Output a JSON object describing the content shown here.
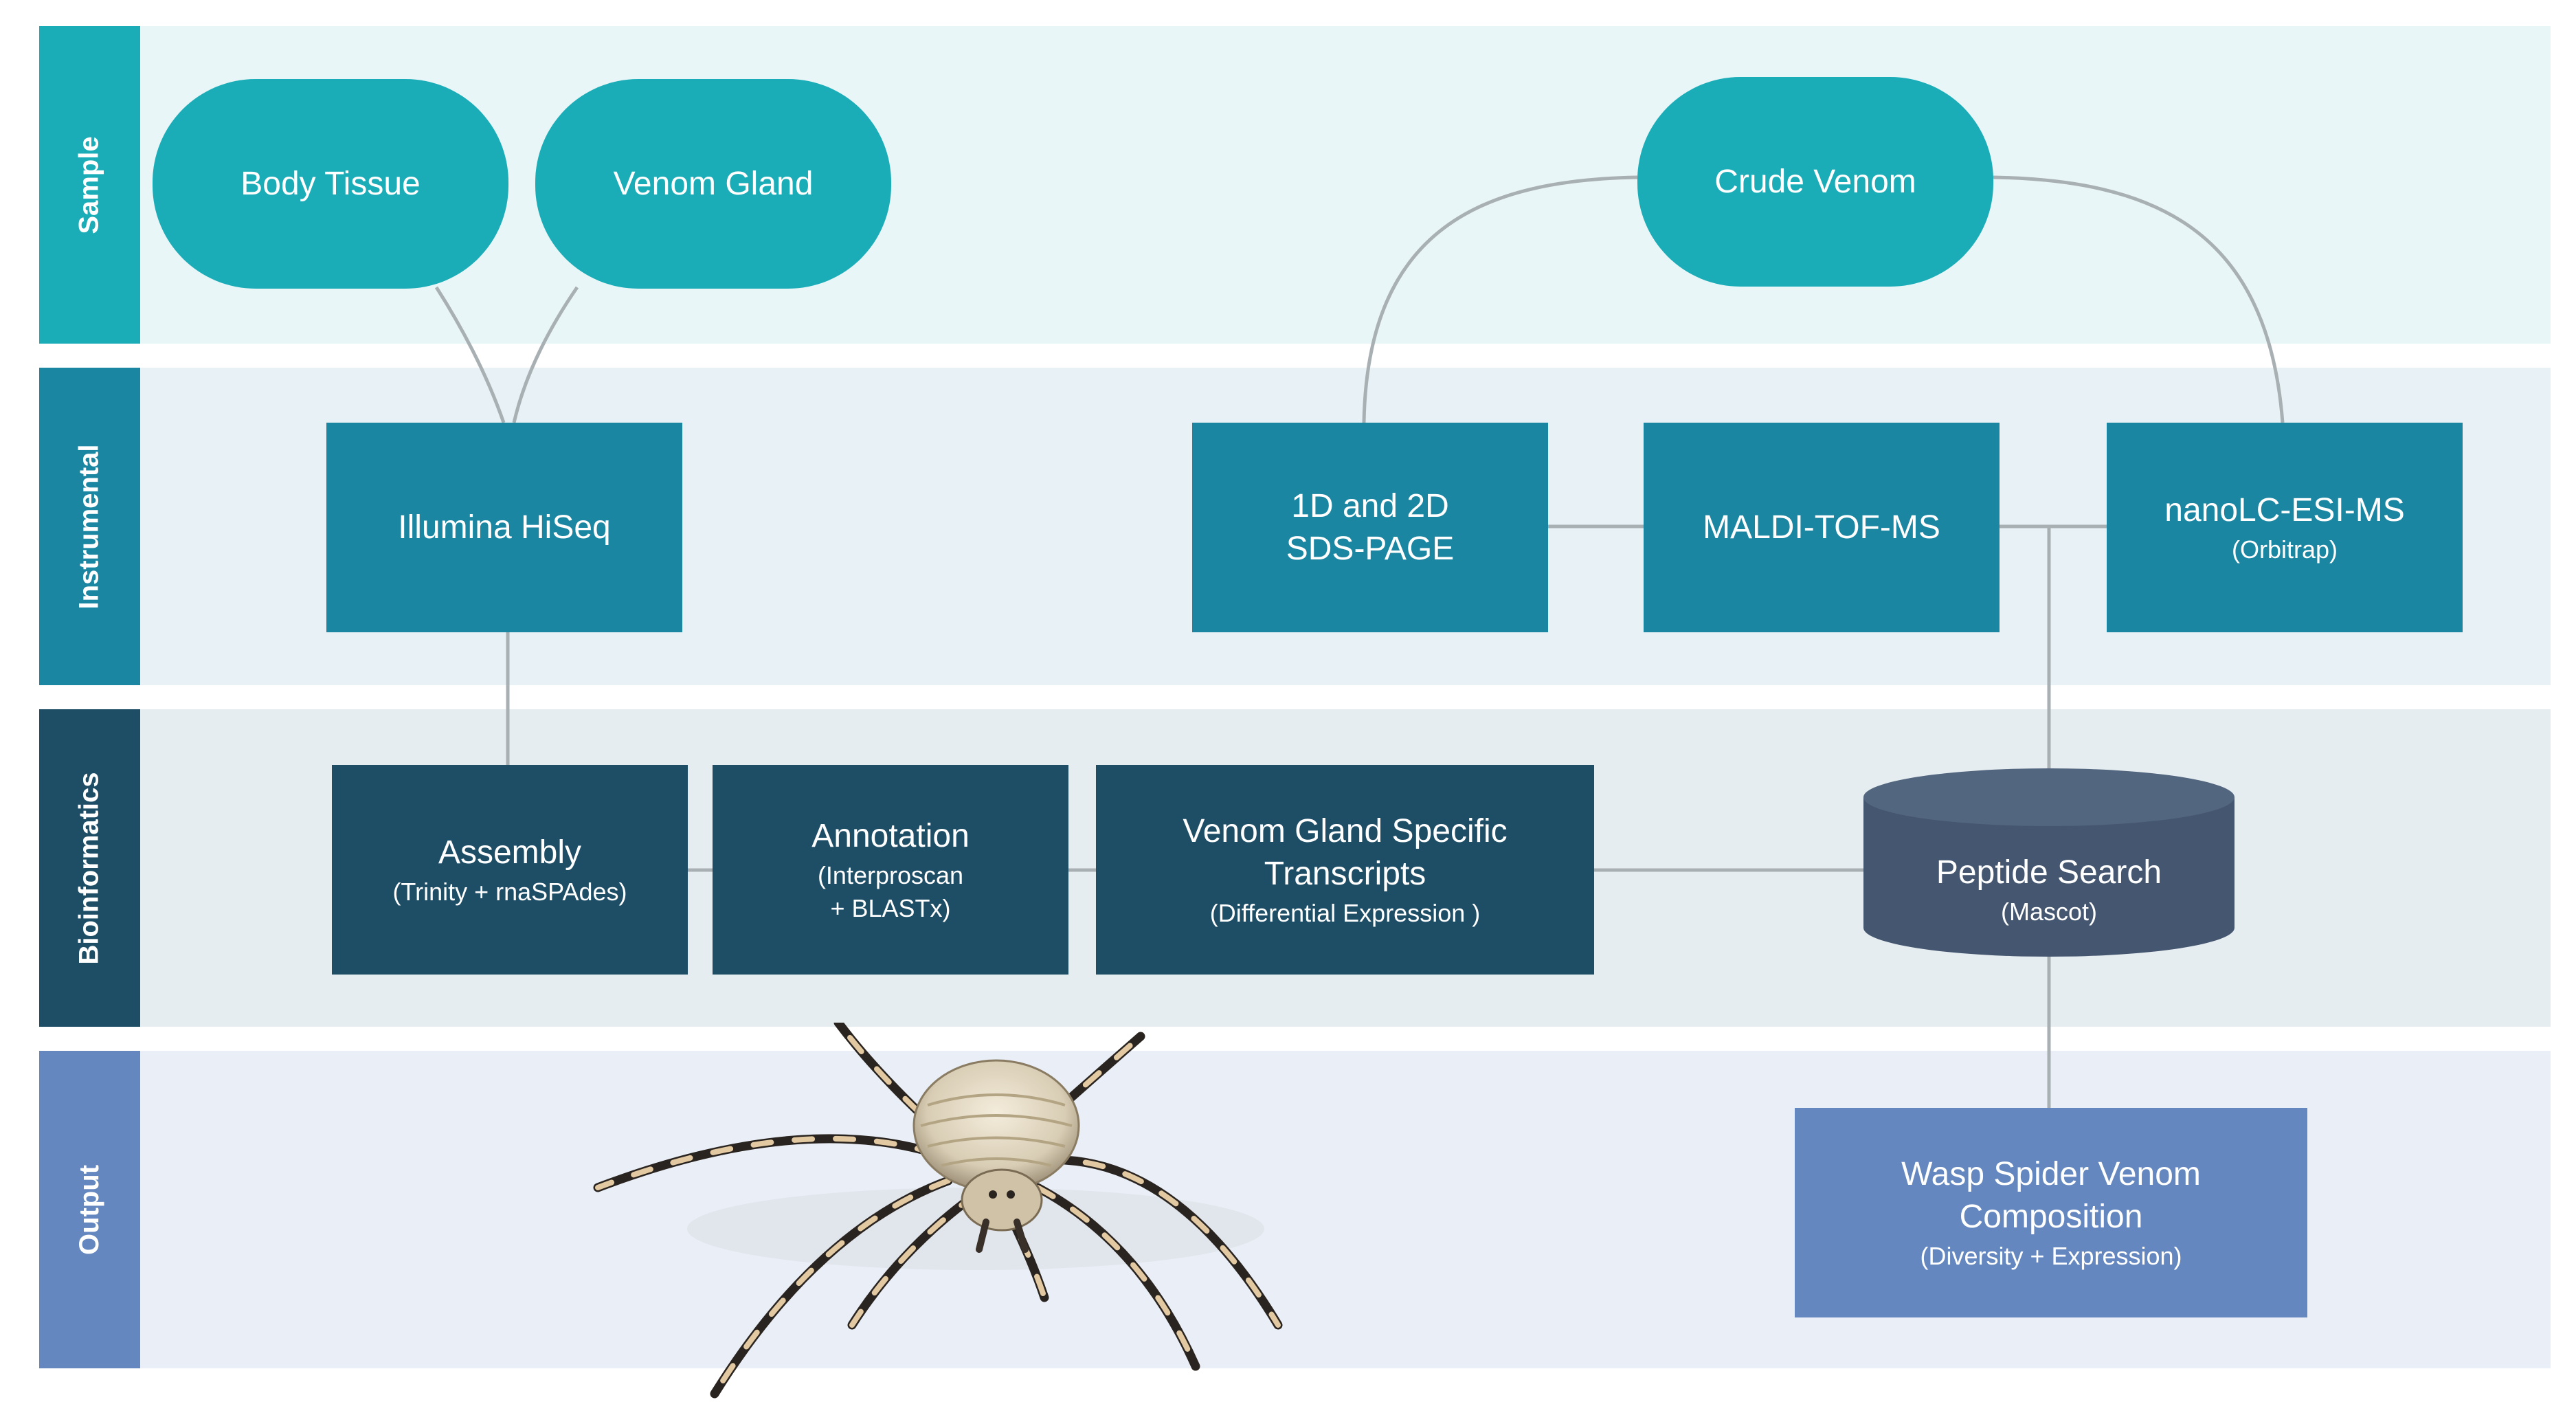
{
  "lanes": [
    {
      "id": "sample",
      "label": "Sample",
      "tab_color": "#1aadb8",
      "bg_color": "#e9f6f8"
    },
    {
      "id": "instrumental",
      "label": "Instrumental",
      "tab_color": "#1b86a2",
      "bg_color": "#e8f2f6"
    },
    {
      "id": "bioinformatics",
      "label": "Bioinformatics",
      "tab_color": "#1e4d66",
      "bg_color": "#e6edf1"
    },
    {
      "id": "output",
      "label": "Output",
      "tab_color": "#6487bf",
      "bg_color": "#eaeff7"
    }
  ],
  "nodes": {
    "body_tissue": {
      "title": "Body Tissue",
      "color": "#1aadb8"
    },
    "venom_gland": {
      "title": "Venom Gland",
      "color": "#1aadb8"
    },
    "crude_venom": {
      "title": "Crude Venom",
      "color": "#1aadb8"
    },
    "illumina": {
      "title": "Illumina HiSeq",
      "color": "#1b86a2"
    },
    "sds_page": {
      "title": "1D and 2D\nSDS-PAGE",
      "color": "#1b86a2"
    },
    "maldi": {
      "title": "MALDI-TOF-MS",
      "color": "#1b86a2"
    },
    "nanolc": {
      "title": "nanoLC-ESI-MS",
      "subtitle": "(Orbitrap)",
      "color": "#1b86a2"
    },
    "assembly": {
      "title": "Assembly",
      "subtitle": "(Trinity + rnaSPAdes)",
      "color": "#1e4d66"
    },
    "annotation": {
      "title": "Annotation",
      "subtitle": "(Interproscan\n+ BLASTx)",
      "color": "#1e4d66"
    },
    "vg_transcripts": {
      "title": "Venom Gland Specific\nTranscripts",
      "subtitle": "(Differential Expression )",
      "color": "#1e4d66"
    },
    "peptide_search": {
      "title": "Peptide Search",
      "subtitle": "(Mascot)",
      "color": "#455670"
    },
    "composition": {
      "title": "Wasp Spider Venom\nComposition",
      "subtitle": "(Diversity + Expression)",
      "color": "#6487bf"
    }
  },
  "illustration": {
    "subject": "wasp-spider",
    "stripe_dark": "#2a2420",
    "stripe_light": "#e2c9a2",
    "body_color": "#d8cdb4"
  }
}
